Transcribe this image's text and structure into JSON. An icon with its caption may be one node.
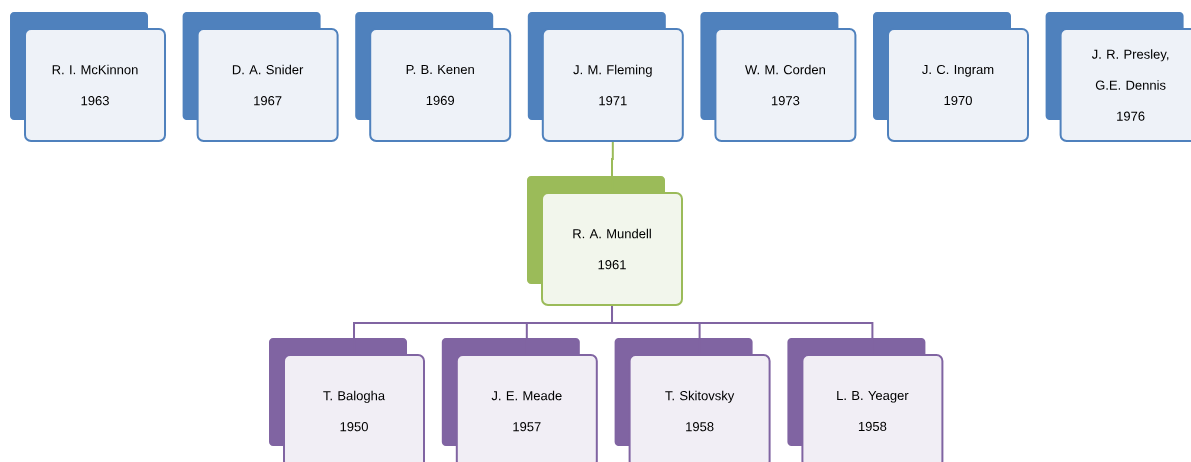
{
  "diagram": {
    "nodes": [
      {
        "text": [
          "R. I. McKinnon",
          "1963"
        ]
      },
      {
        "text": [
          "D. A. Snider",
          "1967"
        ]
      },
      {
        "text": [
          "P. B. Kenen",
          "1969"
        ]
      },
      {
        "text": [
          "J. M. Fleming",
          "1971"
        ]
      },
      {
        "text": [
          "W. M. Corden",
          "1973"
        ]
      },
      {
        "text": [
          "J. C. Ingram",
          "1970"
        ]
      },
      {
        "text": [
          "J. R. Presley, G.E. Dennis",
          "1976"
        ]
      },
      {
        "text": [
          "R. A. Mundell",
          "1961"
        ]
      },
      {
        "text": [
          "T. Balogha",
          "1950"
        ]
      },
      {
        "text": [
          "J. E. Meade",
          "1957"
        ]
      },
      {
        "text": [
          "T. Skitovsky",
          "1958"
        ]
      },
      {
        "text": [
          "L. B. Yeager",
          "1958"
        ]
      }
    ],
    "edges": [
      {
        "from": 3,
        "to": 7,
        "arrow": "none",
        "color": "#9bbb59"
      },
      {
        "from": 7,
        "to": 8,
        "arrow": "none"
      },
      {
        "from": 7,
        "to": 9,
        "arrow": "none"
      },
      {
        "from": 7,
        "to": 10,
        "arrow": "none"
      },
      {
        "from": 7,
        "to": 11,
        "arrow": "none"
      }
    ]
  }
}
